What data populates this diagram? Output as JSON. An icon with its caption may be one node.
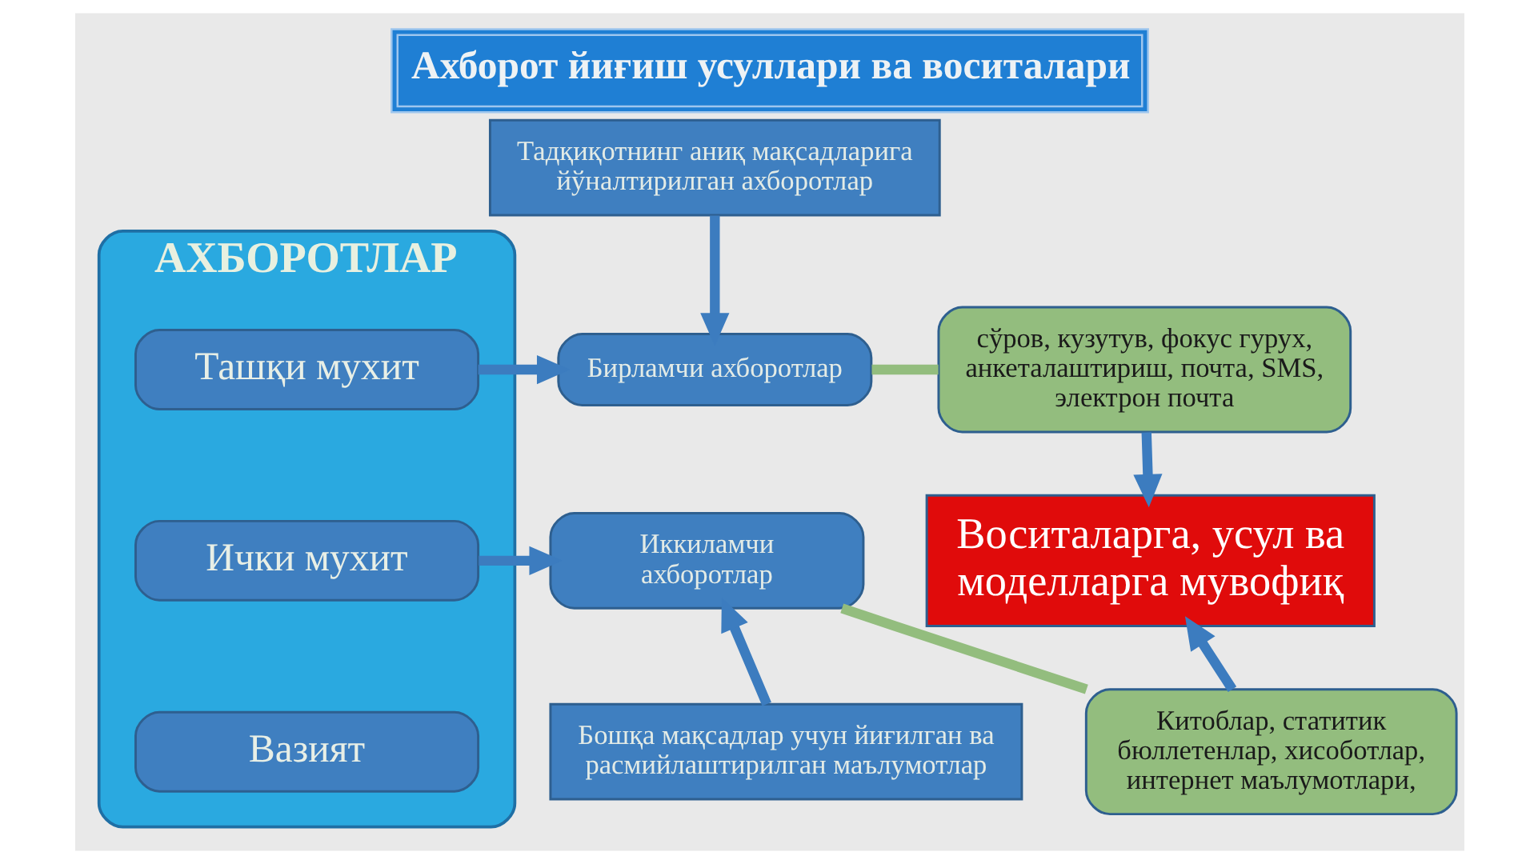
{
  "diagram": {
    "title": "Ахборот йиғиш усуллари ва воситалари",
    "nodes": [
      {
        "text": [
          "АХБОРОТЛАР"
        ]
      },
      {
        "text": [
          "Ташқи мухит"
        ],
        "in": 0
      },
      {
        "text": [
          "Ички мухит"
        ],
        "in": 0
      },
      {
        "text": [
          "Вазият"
        ],
        "in": 0
      },
      {
        "text": [
          "Тадқиқотнинг аниқ мақсадларига йўналтирилган ахборотлар"
        ]
      },
      {
        "text": [
          "Бирламчи ахборотлар"
        ]
      },
      {
        "text": [
          "Иккиламчи ахборотлар"
        ]
      },
      {
        "text": [
          "Бошқа мақсадлар учун йиғилган ва расмийлаштирилган маълумотлар"
        ]
      },
      {
        "text": [
          "сўров, кузутув, фокус гурух, анкеталаштириш, почта, SMS, электрон почта"
        ]
      },
      {
        "text": [
          "Воситаларга, усул ва моделларга мувофиқ"
        ]
      },
      {
        "text": [
          "Китоблар, статитик бюллетенлар, хисоботлар, интернет маълумотлари,"
        ]
      }
    ],
    "edges": [
      {
        "from": 1,
        "to": 5,
        "arrow": "to"
      },
      {
        "from": 2,
        "to": 6,
        "arrow": "to"
      },
      {
        "from": 4,
        "to": 5,
        "arrow": "to"
      },
      {
        "from": 7,
        "to": 6,
        "arrow": "to"
      },
      {
        "from": 5,
        "to": 8,
        "arrow": "none",
        "color": "#93bd7e"
      },
      {
        "from": 6,
        "to": 10,
        "arrow": "none",
        "color": "#93bd7e"
      },
      {
        "from": 8,
        "to": 9,
        "arrow": "to"
      },
      {
        "from": 10,
        "to": 9,
        "arrow": "to"
      }
    ]
  }
}
